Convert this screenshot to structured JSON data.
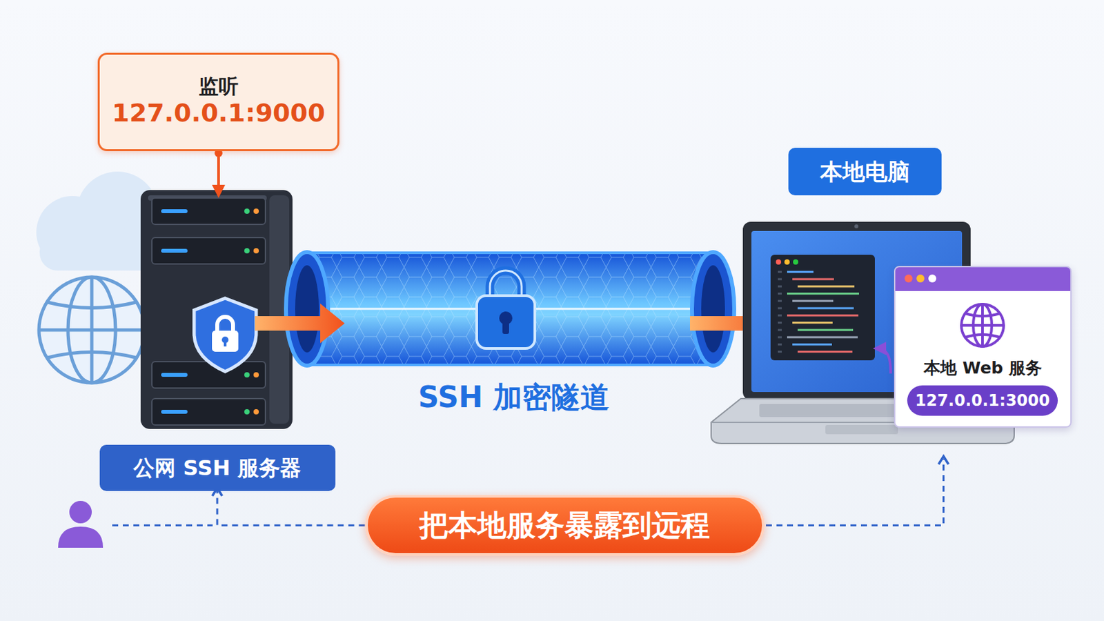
{
  "diagram": {
    "nodes": [
      {
        "text": [
          "监听",
          "127.0.0.1:9000"
        ]
      },
      {
        "text": [
          "公网 SSH 服务器"
        ]
      },
      {
        "text": [
          "本地电脑"
        ]
      },
      {
        "text": [
          "本地 Web 服务"
        ]
      },
      {
        "text": [
          "127.0.0.1:3000"
        ],
        "in": 3
      },
      {
        "text": [
          "把本地服务暴露到远程"
        ]
      }
    ],
    "edges": [
      {
        "from": 5,
        "to": 1,
        "arrow": "to"
      }
    ],
    "labels": [
      "SSH 加密隧道"
    ]
  }
}
